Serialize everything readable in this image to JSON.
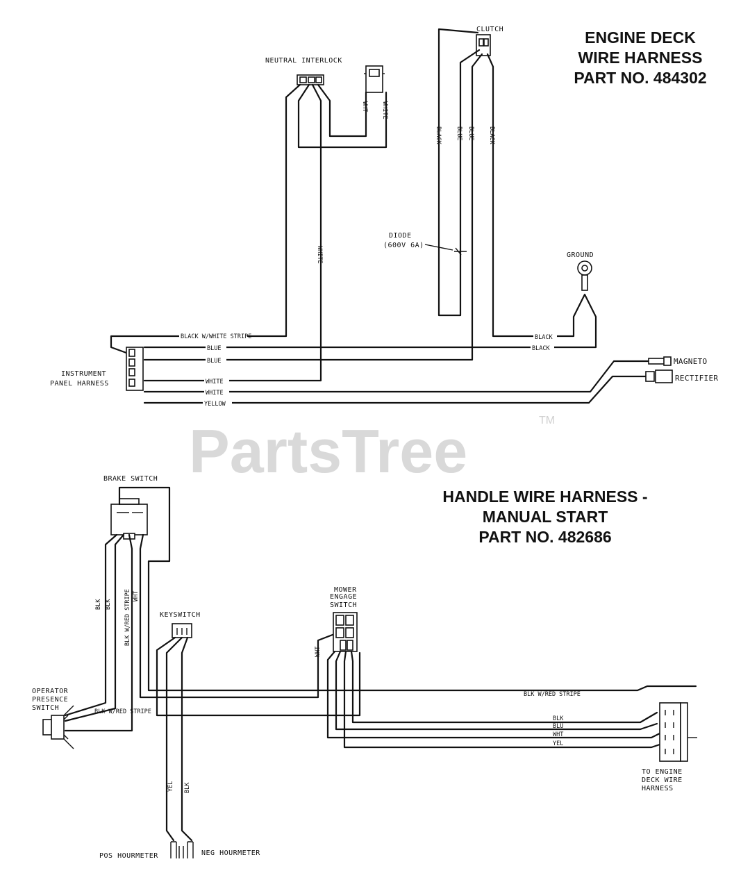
{
  "watermark": {
    "text": "PartsTree",
    "tm": "TM"
  },
  "engine_deck": {
    "title_lines": [
      "ENGINE DECK",
      "WIRE HARNESS",
      "PART NO. 484302"
    ],
    "components": {
      "clutch": "CLUTCH",
      "neutral_interlock": "NEUTRAL INTERLOCK",
      "diode_line1": "DIODE",
      "diode_line2": "(600V 6A)",
      "ground": "GROUND",
      "magneto": "MAGNETO",
      "rectifier": "RECTIFIER",
      "instrument_line1": "INSTRUMENT",
      "instrument_line2": "PANEL HARNESS"
    },
    "wire_labels": {
      "wht1": "WHT",
      "white1": "WHITE",
      "black_v1": "BLACK",
      "blue_v1": "BLUE",
      "blue_v2": "BLUE",
      "black_v2": "BLACK",
      "white_long": "WHITE",
      "black_white_stripe": "BLACK W/WHITE STRIPE",
      "blue_h1": "BLUE",
      "blue_h2": "BLUE",
      "white_h1": "WHITE",
      "white_h2": "WHITE",
      "yellow_h": "YELLOW",
      "black_h1": "BLACK",
      "black_h2": "BLACK"
    }
  },
  "handle": {
    "title_lines": [
      "HANDLE WIRE HARNESS -",
      "MANUAL START",
      "PART NO. 482686"
    ],
    "components": {
      "brake_switch": "BRAKE SWITCH",
      "keyswitch": "KEYSWITCH",
      "mower_line1": "MOWER",
      "mower_line2": "ENGAGE",
      "mower_line3": "SWITCH",
      "operator_line1": "OPERATOR",
      "operator_line2": "PRESENCE",
      "operator_line3": "SWITCH",
      "pos_hourmeter": "POS HOURMETER",
      "neg_hourmeter": "NEG HOURMETER",
      "to_engine_line1": "TO ENGINE",
      "to_engine_line2": "DECK WIRE",
      "to_engine_line3": "HARNESS"
    },
    "wire_labels": {
      "blk_a": "BLK",
      "blk_b": "BLK",
      "blk_red_v": "BLK W/RED STRIPE",
      "wht_v": "WHT",
      "wht_mower": "WHT",
      "blk_red_h1": "BLK W/RED STRIPE",
      "blk_red_h2": "BLK W/RED STRIPE",
      "blk_h": "BLK",
      "blu_h": "BLU",
      "wht_h": "WHT",
      "yel_h": "YEL",
      "yel_v": "YEL",
      "blk_v2": "BLK"
    }
  }
}
